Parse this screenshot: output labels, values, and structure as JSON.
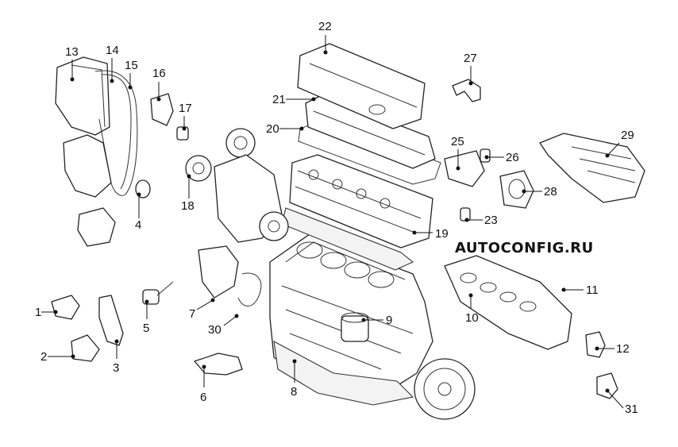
{
  "watermark": "AUTOCONFIG.RU",
  "parts": [
    {
      "num": "1"
    },
    {
      "num": "2"
    },
    {
      "num": "3"
    },
    {
      "num": "4"
    },
    {
      "num": "5"
    },
    {
      "num": "6"
    },
    {
      "num": "7"
    },
    {
      "num": "8"
    },
    {
      "num": "9"
    },
    {
      "num": "10"
    },
    {
      "num": "11"
    },
    {
      "num": "12"
    },
    {
      "num": "13"
    },
    {
      "num": "14"
    },
    {
      "num": "15"
    },
    {
      "num": "16"
    },
    {
      "num": "17"
    },
    {
      "num": "18"
    },
    {
      "num": "19"
    },
    {
      "num": "20"
    },
    {
      "num": "21"
    },
    {
      "num": "22"
    },
    {
      "num": "23"
    },
    {
      "num": "25"
    },
    {
      "num": "26"
    },
    {
      "num": "27"
    },
    {
      "num": "28"
    },
    {
      "num": "29"
    },
    {
      "num": "30"
    },
    {
      "num": "31"
    }
  ]
}
